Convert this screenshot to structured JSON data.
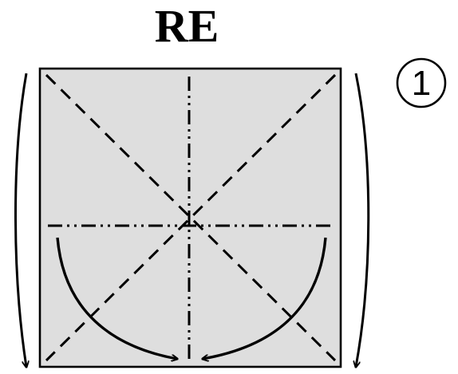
{
  "diagram": {
    "title": "RE",
    "step_number": "1",
    "colors": {
      "paper_fill": "#dedede",
      "line": "#000000",
      "background": "#ffffff"
    },
    "line_styles": {
      "valley_fold": "dashed",
      "mountain_fold": "dash-dot-dot",
      "arrow": "solid"
    }
  }
}
